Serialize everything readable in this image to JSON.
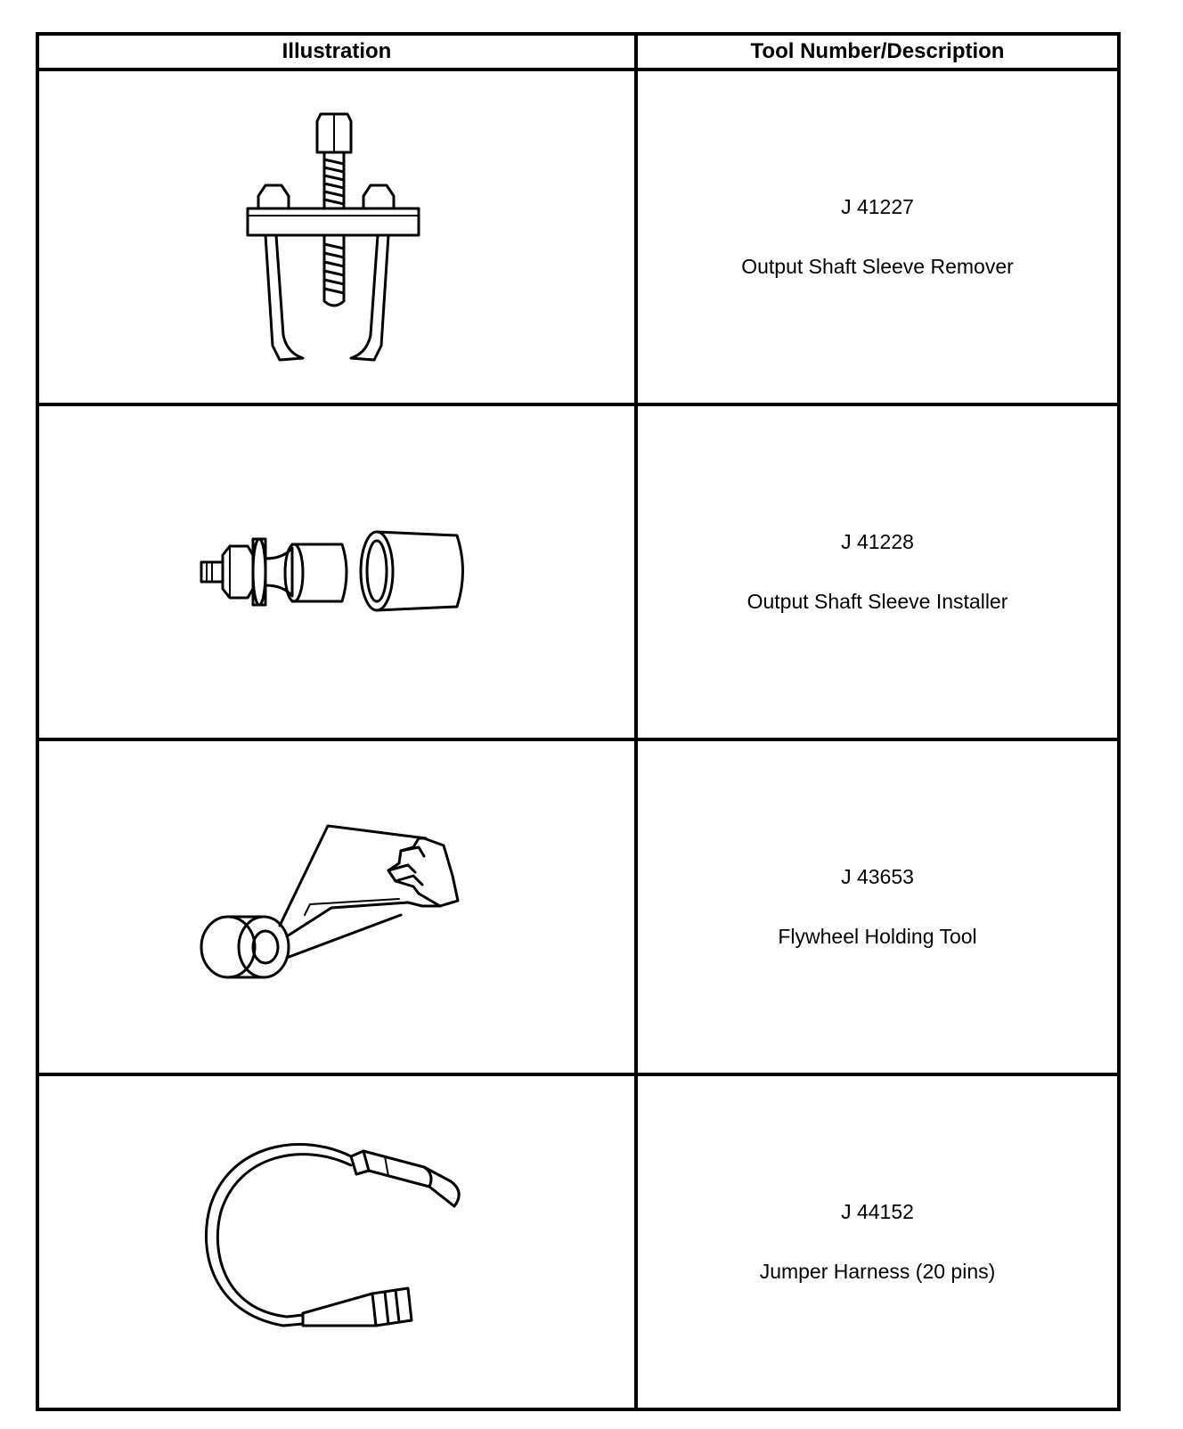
{
  "table": {
    "headers": {
      "illustration": "Illustration",
      "description": "Tool Number/Description"
    },
    "rows": [
      {
        "number": "J 41227",
        "name": "Output Shaft Sleeve Remover",
        "icon": "puller-icon"
      },
      {
        "number": "J 41228",
        "name": "Output Shaft Sleeve Installer",
        "icon": "sleeve-installer-icon"
      },
      {
        "number": "J 43653",
        "name": "Flywheel Holding Tool",
        "icon": "flywheel-holder-icon"
      },
      {
        "number": "J 44152",
        "name": "Jumper Harness (20 pins)",
        "icon": "jumper-harness-icon"
      }
    ]
  }
}
